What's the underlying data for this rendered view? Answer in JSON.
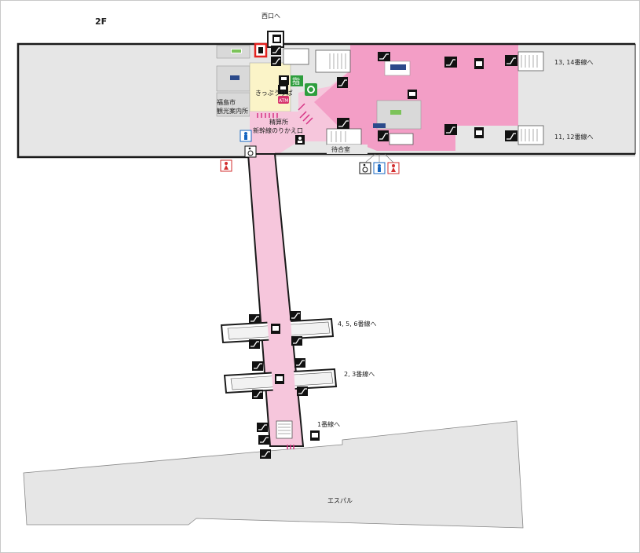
{
  "floor_label": "2F",
  "labels": {
    "west_exit": "西口へ",
    "kippu": "きっぷうりば",
    "tourist": "福島市\n観光案内所",
    "seisan": "精算所",
    "shinkansen_transfer": "新幹線のりかえ口",
    "waiting_room": "待合室",
    "track_13_14": "13, 14番線へ",
    "track_11_12": "11, 12番線へ",
    "track_4_5_6": "4, 5, 6番線へ",
    "track_2_3": "2, 3番線へ",
    "track_1": "1番線へ",
    "espal": "エスパル",
    "shitei": "指",
    "atm": "ATM"
  },
  "colors": {
    "building_gray": "#e6e6e6",
    "concourse_pink": "#f6c6dc",
    "gate_area_pink": "#f39ec6",
    "ticket_yellow": "#fbf4c8",
    "wall_dark": "#1a1a1a",
    "icon_black": "#111111",
    "toilet_male": "#1565c0",
    "toilet_female": "#d32f2f",
    "green_window": "#2e9e3e",
    "locker_red": "#e3221f"
  },
  "icons": [
    "escalator-icon",
    "stairs-icon",
    "elevator-icon",
    "toilet-male-icon",
    "toilet-female-icon",
    "wheelchair-icon",
    "coin-locker-icon",
    "ticket-machine-icon",
    "ticket-office-icon",
    "green-window-icon",
    "atm-icon",
    "convenience-store-icon",
    "shop-icon"
  ]
}
